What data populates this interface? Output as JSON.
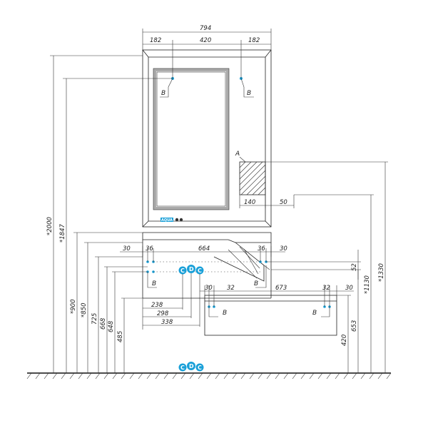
{
  "dimensions": {
    "mirror_width": "794",
    "top_left_offset": "182",
    "top_center": "420",
    "top_right_offset": "182",
    "height_total": "*2000",
    "height_mirror_top": "*1847",
    "height_900": "*900",
    "height_850": "*850",
    "height_725": "725",
    "height_668": "668",
    "height_648": "648",
    "height_485": "485",
    "height_420": "420",
    "height_653": "653",
    "height_1130": "*1130",
    "height_1330": "*1330",
    "height_52": "52",
    "shelf_140": "140",
    "shelf_50": "50",
    "left_30": "30",
    "left_36": "36",
    "counter_664": "664",
    "right_36": "36",
    "right_30": "30",
    "drawer_30a": "30",
    "drawer_32a": "32",
    "drawer_673": "673",
    "drawer_32b": "32",
    "drawer_30b": "30",
    "bottom_238": "238",
    "bottom_298": "298",
    "bottom_338": "338"
  },
  "labels": {
    "point_b": "B",
    "point_a": "A",
    "cdc_c": "C",
    "cdc_d": "D",
    "logo": "AQUA"
  },
  "colors": {
    "connection_dots": "#1aa0d8",
    "logo_bg": "#1aa0d8"
  }
}
